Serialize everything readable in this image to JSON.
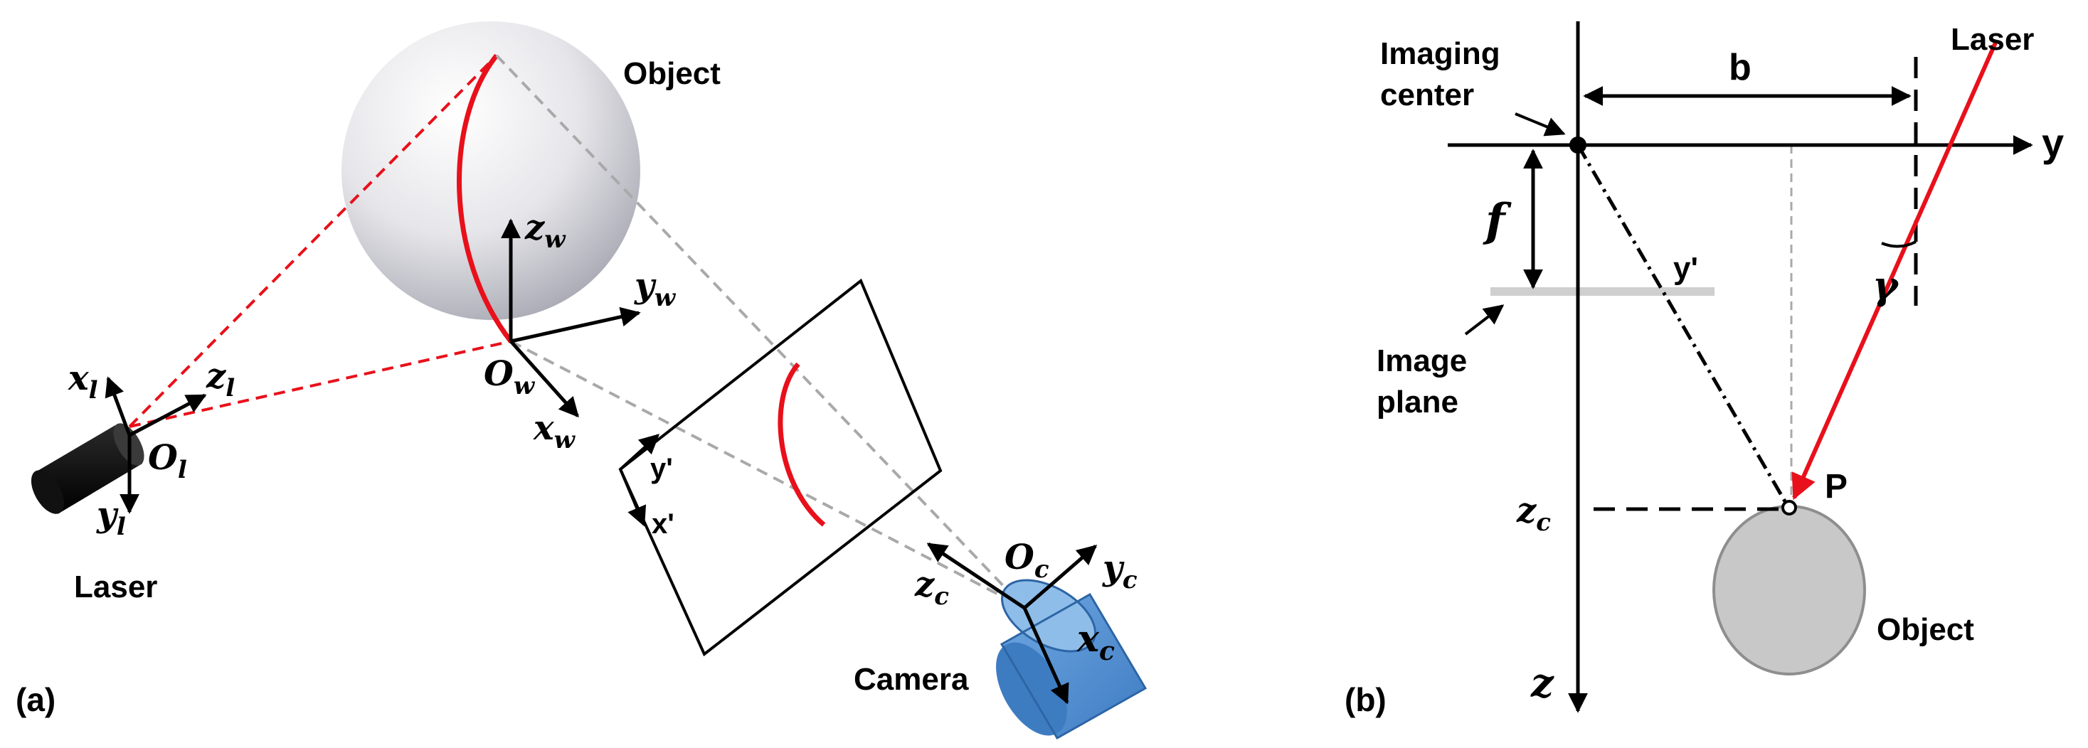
{
  "panel_a": {
    "label": "(a)",
    "object_label": "Object",
    "laser_label": "Laser",
    "camera_label": "Camera",
    "image_axes": {
      "y": "y'",
      "x": "x'"
    },
    "world_frame": {
      "origin": "O",
      "origin_sub": "w",
      "z": "z",
      "z_sub": "w",
      "y": "y",
      "y_sub": "w",
      "x": "x",
      "x_sub": "w"
    },
    "laser_frame": {
      "origin": "O",
      "origin_sub": "l",
      "x": "x",
      "x_sub": "l",
      "z": "z",
      "z_sub": "l",
      "y": "y",
      "y_sub": "l"
    },
    "camera_frame": {
      "origin": "O",
      "origin_sub": "c",
      "y": "y",
      "y_sub": "c",
      "z": "z",
      "z_sub": "c",
      "x": "x",
      "x_sub": "c"
    }
  },
  "panel_b": {
    "label": "(b)",
    "imaging_center": [
      "Imaging",
      "center"
    ],
    "image_plane": [
      "Image",
      "plane"
    ],
    "laser_label": "Laser",
    "object_label": "Object",
    "point_label": "P",
    "b_label": "b",
    "f_label": "f",
    "y_axis": "y",
    "z_axis": "z",
    "zc": "z",
    "zc_sub": "c",
    "yprime": "y'",
    "gamma": "γ"
  },
  "colors": {
    "laser_red": "#e8101a",
    "dashed_gray": "#a9a9a9",
    "camera_blue": "#4f8fd4",
    "object_gray": "#c8c8c8",
    "image_plane_gray": "#cfcfcf"
  }
}
